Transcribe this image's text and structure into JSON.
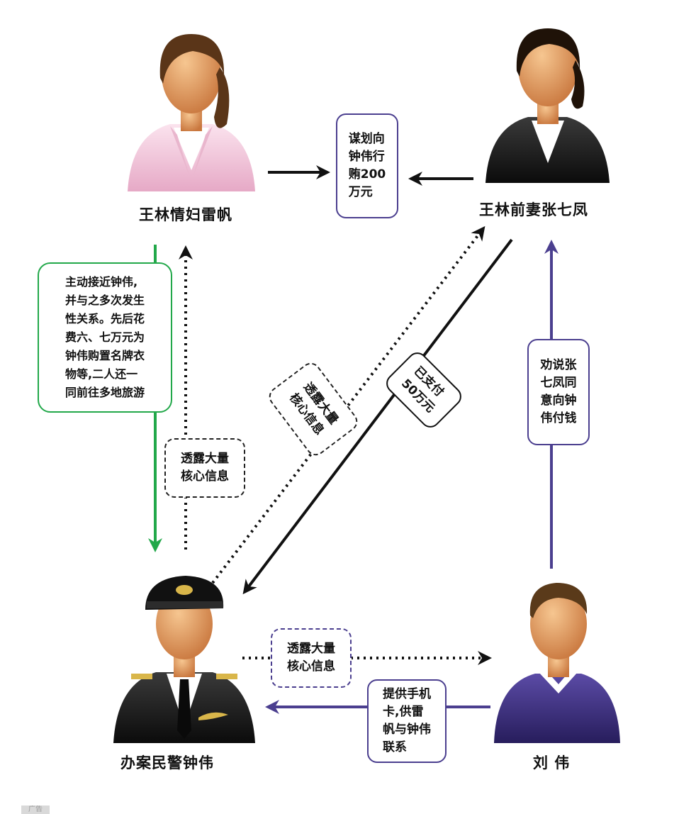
{
  "people": {
    "lei_fan": "王林情妇雷帆",
    "zhang_qifeng": "王林前妻张七凤",
    "zhong_wei": "办案民警钟伟",
    "liu_wei": "刘 伟"
  },
  "notes": {
    "plan_bribe": "谋划向\n钟伟行\n贿200\n万元",
    "lei_fan_actions": "主动接近钟伟,\n并与之多次发生\n性关系。先后花\n费六、七万元为\n钟伟购置名牌衣\n物等,二人还一\n同前往多地旅游",
    "leak_to_lei": "透露大量\n核心信息",
    "leak_to_zhang": "透露大量\n核心信息",
    "paid": "已支付\n50万元",
    "persuade": "劝说张\n七凤同\n意向钟\n伟付钱",
    "leak_to_liu": "透露大量\n核心信息",
    "provide_sim": "提供手机\n卡,供雷\n帆与钟伟\n联系"
  },
  "watermark": "广告",
  "colors": {
    "green": "#22a84a",
    "purple": "#4b3f8f",
    "black": "#111111",
    "pink_suit": "#f4cfe0",
    "skin": "#e9a36b",
    "hair": "#5a3518",
    "dark_suit": "#1c1c1c",
    "purple_sweater": "#3c2f7a"
  }
}
